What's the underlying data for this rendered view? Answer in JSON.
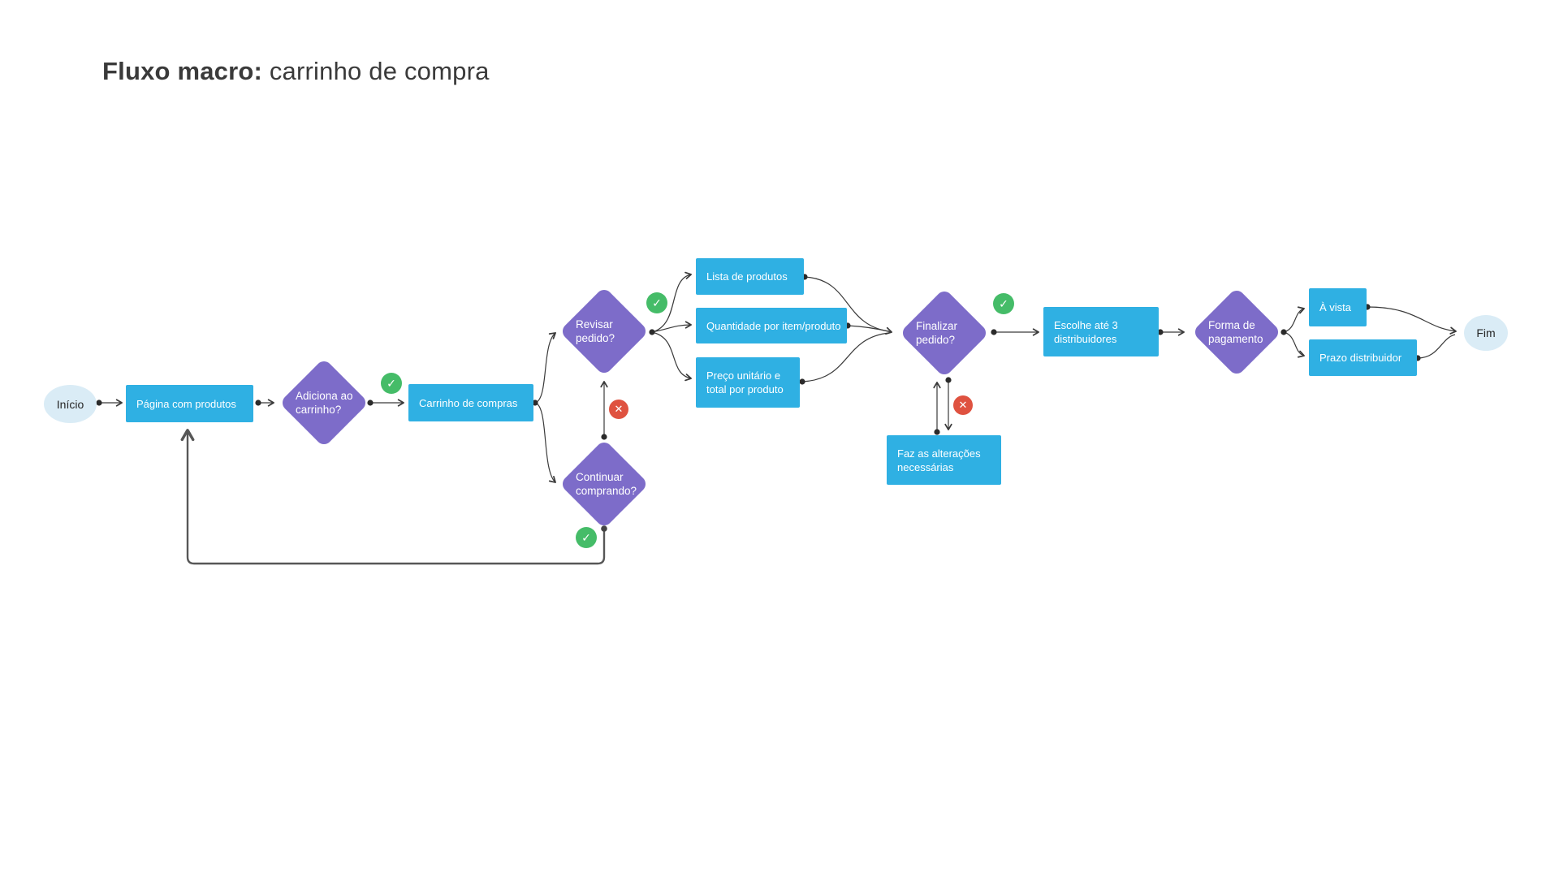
{
  "title": {
    "bold": "Fluxo macro:",
    "regular": " carrinho de compra"
  },
  "nodes": {
    "inicio": {
      "label": "Início"
    },
    "pagina_produtos": {
      "label": "Página com produtos"
    },
    "adiciona_carrinho": {
      "label": "Adiciona ao\ncarrinho?"
    },
    "carrinho_compras": {
      "label": "Carrinho de compras"
    },
    "revisar_pedido": {
      "label": "Revisar\npedido?"
    },
    "lista_produtos": {
      "label": "Lista de produtos"
    },
    "quantidade_item": {
      "label": "Quantidade por item/produto"
    },
    "preco_unitario": {
      "label": "Preço unitário e\ntotal por produto"
    },
    "continuar_comprando": {
      "label": "Continuar\ncomprando?"
    },
    "finalizar_pedido": {
      "label": "Finalizar\npedido?"
    },
    "faz_alteracoes": {
      "label": "Faz as alterações\nnecessárias"
    },
    "escolhe_distribuidores": {
      "label": "Escolhe até 3\ndistribuidores"
    },
    "forma_pagamento": {
      "label": "Forma de\npagamento"
    },
    "a_vista": {
      "label": "À vista"
    },
    "prazo_distribuidor": {
      "label": "Prazo distribuidor"
    },
    "fim": {
      "label": "Fim"
    }
  },
  "badges": {
    "yes_glyph": "✓",
    "no_glyph": "✕"
  },
  "colors": {
    "shape_blue": "#2FB0E3",
    "shape_purple": "#7D6CC9",
    "terminal_fill": "#DAECF6",
    "badge_green": "#45BC68",
    "badge_red": "#DF5240",
    "connector": "#3A3A3A",
    "loop_connector": "#575757",
    "title_text": "#3A3A3A"
  }
}
